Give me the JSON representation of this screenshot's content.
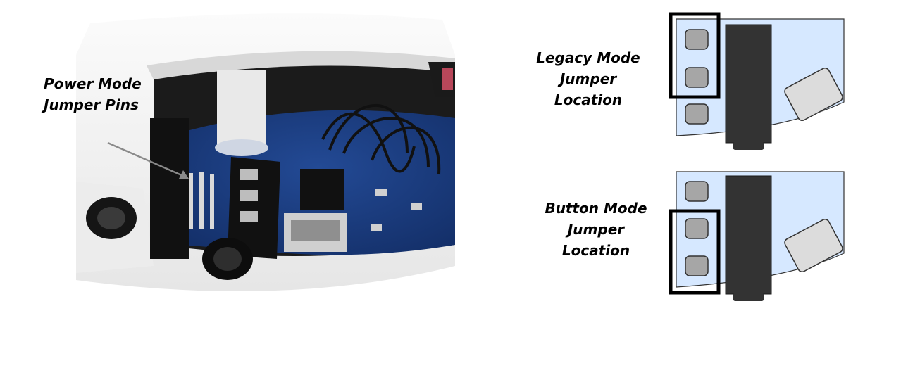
{
  "photo": {
    "callout_lines": [
      "Power Mode",
      "Jumper Pins"
    ]
  },
  "diagrams": {
    "legacy": {
      "label_lines": [
        "Legacy Mode",
        "Jumper",
        "Location"
      ]
    },
    "button": {
      "label_lines": [
        "Button Mode",
        "Jumper",
        "Location"
      ]
    }
  },
  "colors": {
    "board_fill": "#d6e8ff",
    "pin_fill": "#a6a6a6",
    "jack_fill": "#333333",
    "highlight_stroke": "#000000",
    "pcb_blue": "#1c3a7a"
  }
}
